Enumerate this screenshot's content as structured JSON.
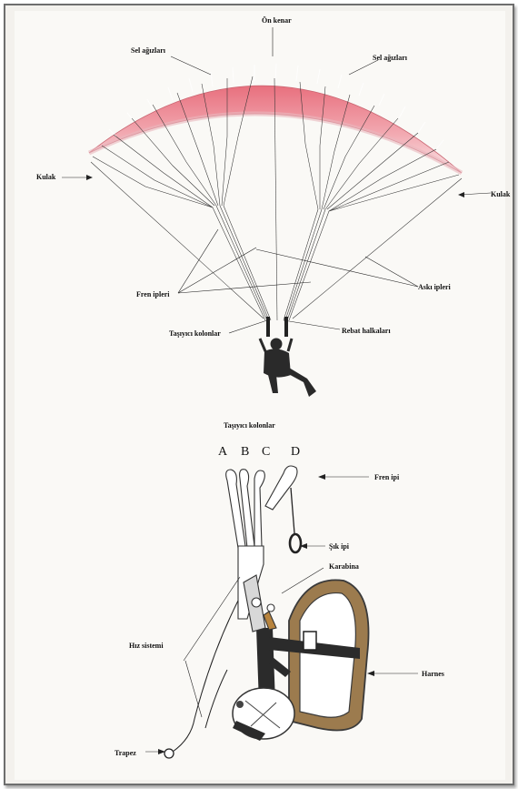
{
  "labels": {
    "on_kenar": "Ön kenar",
    "sel_left": "Sel ağızları",
    "sel_right": "Sel ağızları",
    "kulak_left": "Kulak",
    "kulak_right": "Kulak",
    "fren_ipleri": "Fren ipleri",
    "aski_ipleri": "Askı ipleri",
    "tasiyici_top": "Taşıyıcı kolonlar",
    "rebat": "Rebat halkaları",
    "tasiyici_bottom": "Taşıyıcı kolonlar",
    "A": "A",
    "B": "B",
    "C": "C",
    "D": "D",
    "fren_ipi": "Fren ipi",
    "sik_ipi": "Şık ipi",
    "karabina": "Karabina",
    "hiz": "Hız sistemi",
    "harnes": "Harnes",
    "trapez": "Trapez"
  },
  "colors": {
    "wing_top": "#e8707e",
    "wing_bottom": "#f7d9dc",
    "harness": "#9c7b4e",
    "pilot": "#2a2a2a"
  }
}
